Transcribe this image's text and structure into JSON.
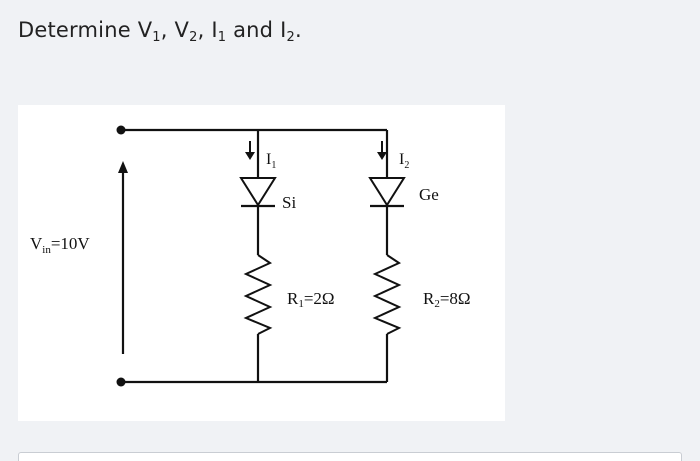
{
  "question": {
    "p1": "Determine V",
    "s1": "1",
    "p2": ", V",
    "s2": "2",
    "p3": ", I",
    "s3": "1",
    "p4": " and I",
    "s4": "2",
    "p5": "."
  },
  "circuit": {
    "source": {
      "main": "V",
      "sub": "in",
      "rest": "=10V"
    },
    "branch1": {
      "current": {
        "main": "I",
        "sub": "1"
      },
      "diode": "Si",
      "resistor": {
        "main": "R",
        "sub": "1",
        "rest": "=2Ω"
      }
    },
    "branch2": {
      "current": {
        "main": "I",
        "sub": "2"
      },
      "diode": "Ge",
      "resistor": {
        "main": "R",
        "sub": "2",
        "rest": "=8Ω"
      }
    }
  }
}
